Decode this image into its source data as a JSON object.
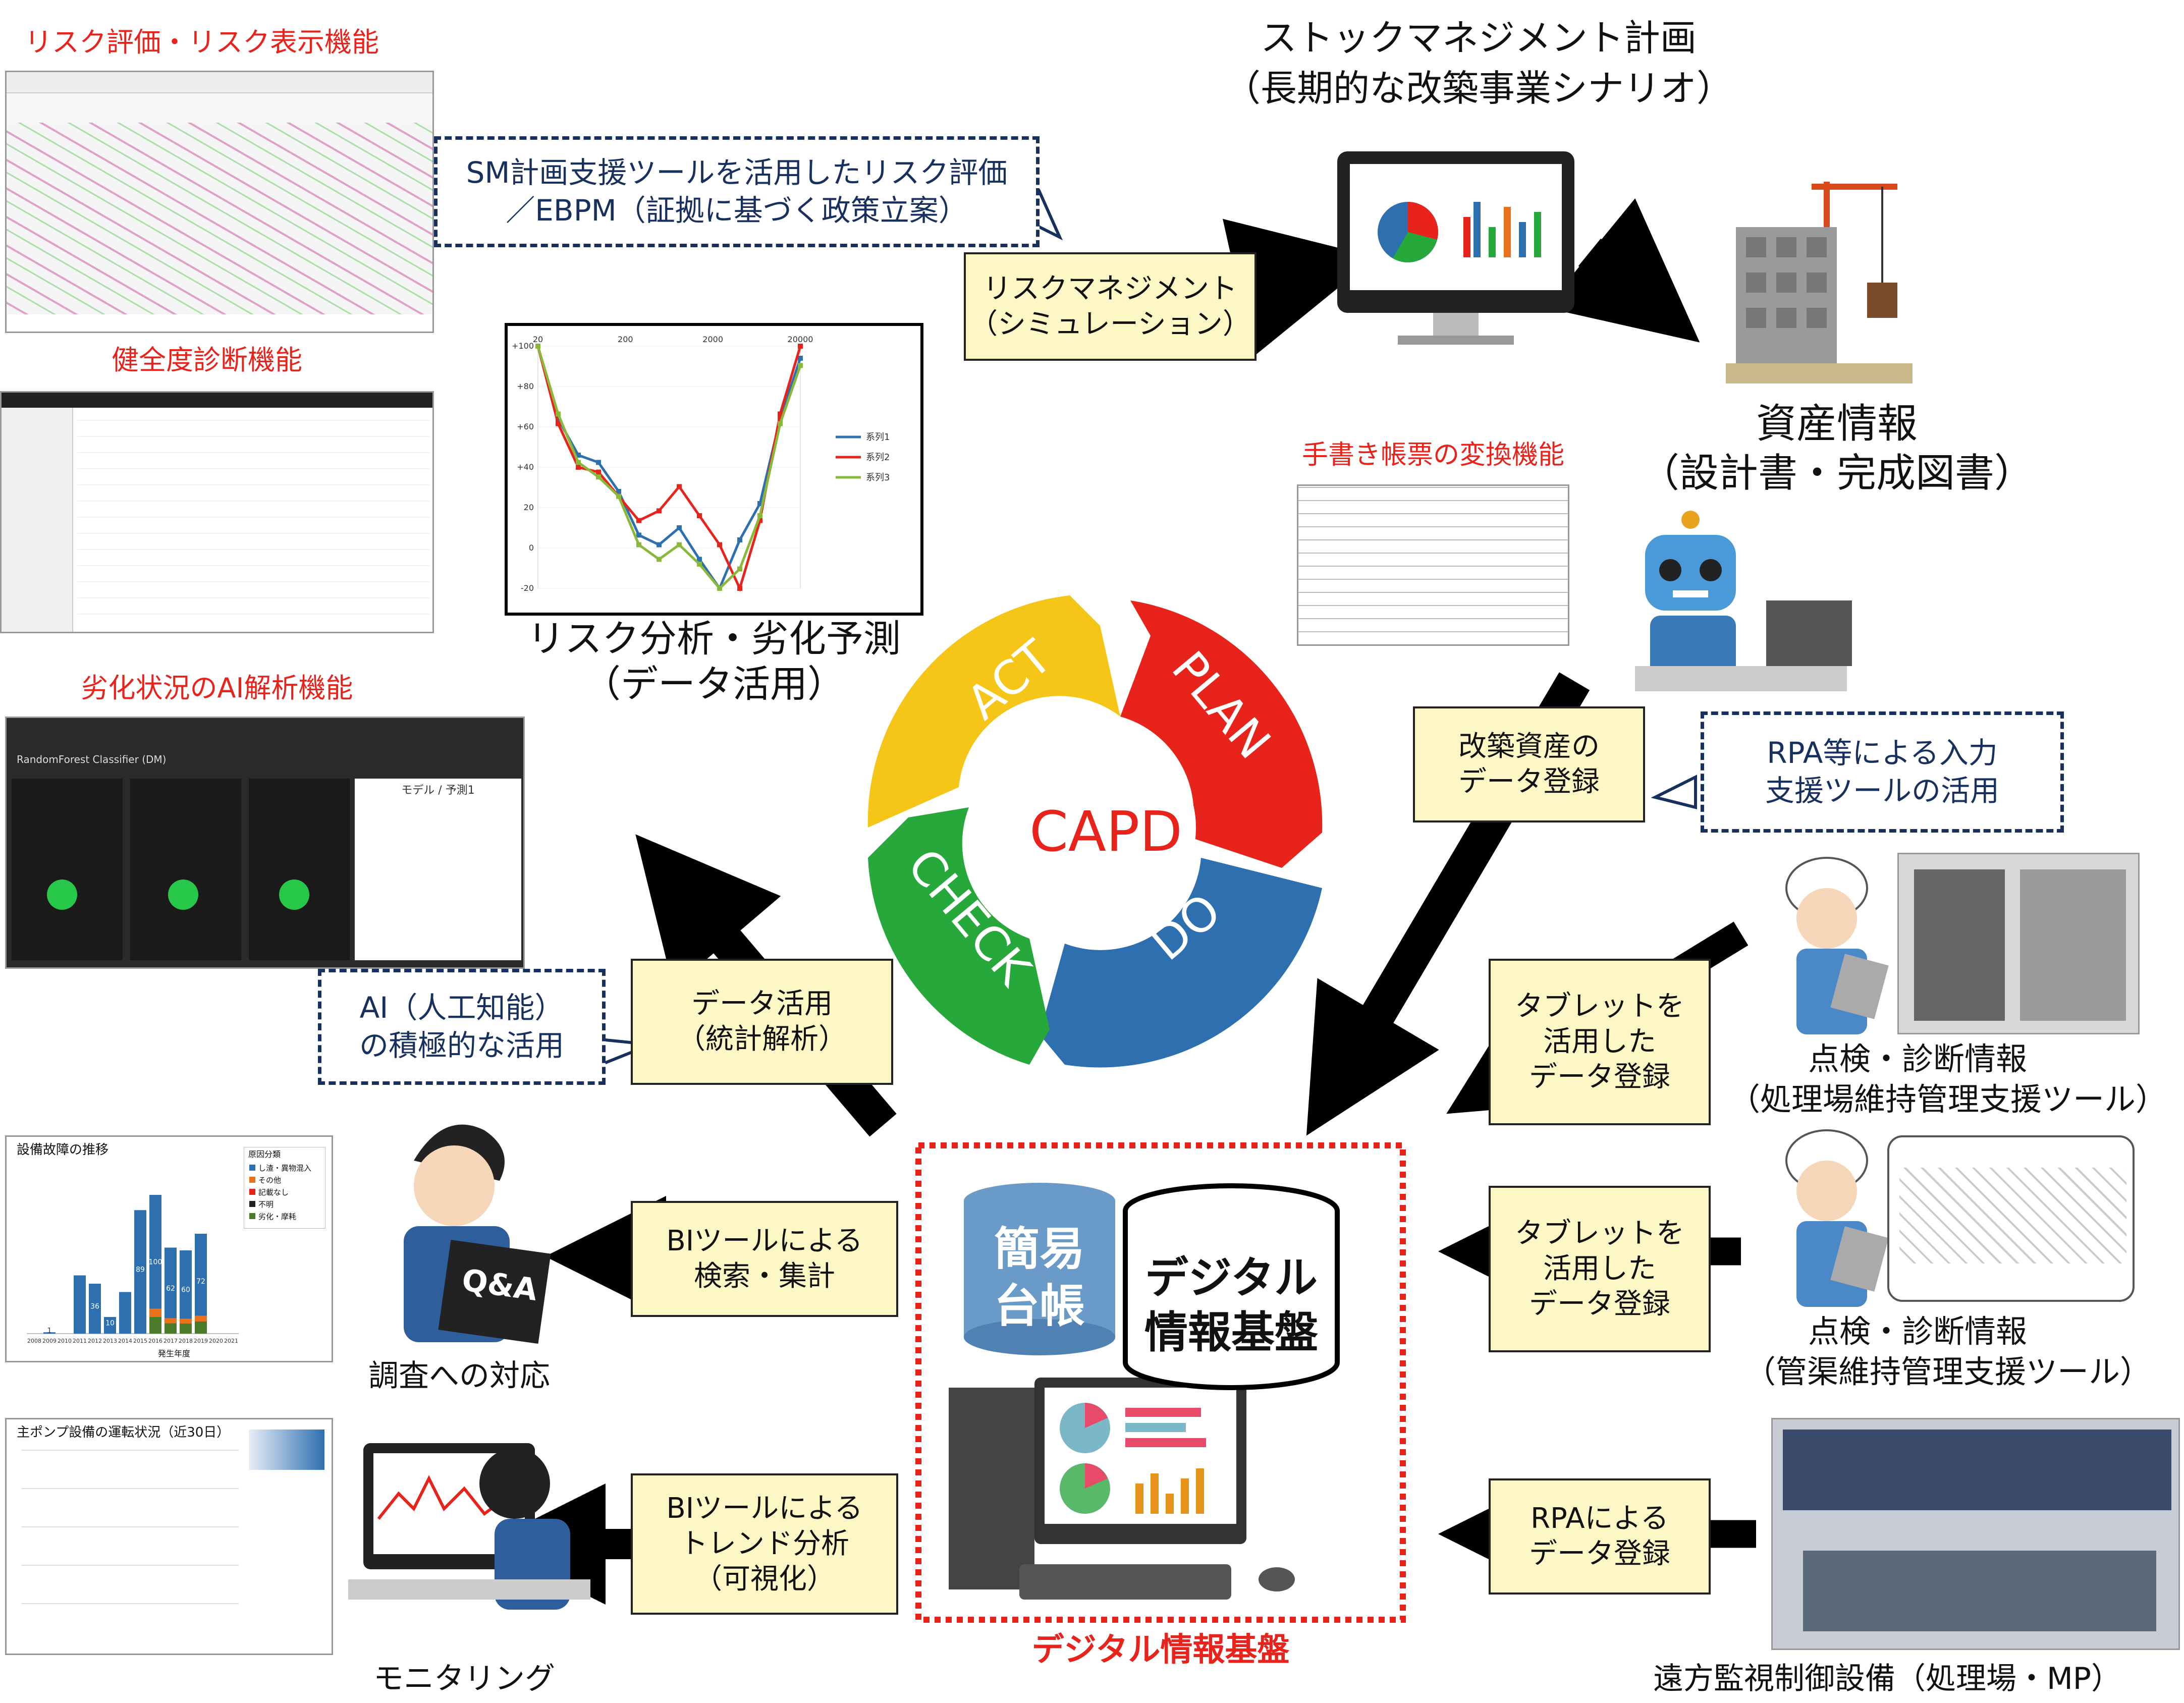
{
  "colors": {
    "act": "#f5c518",
    "plan": "#e8231c",
    "do": "#2e6fb0",
    "check": "#27a83a",
    "capd": "#e8231c",
    "callout_border": "#17305e",
    "box_fill": "#fdf7c6",
    "frame_red": "#e8231c"
  },
  "capd": {
    "center": "CAPD",
    "act": "ACT",
    "plan": "PLAN",
    "do": "DO",
    "check": "CHECK"
  },
  "left_features": {
    "risk_eval": "リスク評価・リスク表示機能",
    "health_diag": "健全度診断機能",
    "ai_analysis": "劣化状況のAI解析機能"
  },
  "top_right": {
    "sm_plan_title": "ストックマネジメント計画",
    "sm_plan_sub": "（長期的な改築事業シナリオ）",
    "asset_title": "資産情報",
    "asset_sub": "（設計書・完成図書）"
  },
  "callouts": {
    "sm_tool": "SM計画支援ツールを活用したリスク評価\n／EBPM（証拠に基づく政策立案）",
    "rpa_tool": "RPA等による入力\n支援ツールの活用",
    "ai_active": "AI（人工知能）\nの積極的な活用"
  },
  "boxes": {
    "risk_mgmt": "リスクマネジメント\n（シミュレーション）",
    "renewal_reg": "改築資産の\nデータ登録",
    "data_use": "データ活用\n（統計解析）",
    "tablet1": "タブレットを\n活用した\nデータ登録",
    "tablet2": "タブレットを\n活用した\nデータ登録",
    "bi_search": "BIツールによる\n検索・集計",
    "bi_trend": "BIツールによる\nトレンド分析\n（可視化）",
    "rpa_reg": "RPAによる\nデータ登録"
  },
  "labels": {
    "risk_analysis": "リスク分析・劣化予測",
    "risk_analysis_sub": "（データ活用）",
    "handwriting": "手書き帳票の変換機能",
    "inspect1": "点検・診断情報",
    "inspect1_sub": "（処理場維持管理支援ツール）",
    "inspect2": "点検・診断情報",
    "inspect2_sub": "（管渠維持管理支援ツール）",
    "survey": "調査への対応",
    "monitoring": "モニタリング",
    "remote": "遠方監視制御設備（処理場・MP）",
    "platform_caption": "デジタル情報基盤"
  },
  "platform": {
    "simple_ledger": "簡易\n台帳",
    "digital_base": "デジタル\n情報基盤"
  },
  "qa_label": "Q&A",
  "failure_chart": {
    "title": "設備故障の推移",
    "xlabel": "発生年度",
    "legend_title": "原因分類",
    "legend": [
      "し渣・異物混入",
      "その他",
      "記載なし",
      "不明",
      "劣化・摩耗"
    ],
    "legend_colors": [
      "#2e6fb0",
      "#e8731c",
      "#e8231c",
      "#222222",
      "#4a7a2a"
    ],
    "years": [
      "2008",
      "2009",
      "2010",
      "2011",
      "2012",
      "2013",
      "2014",
      "2015",
      "2016",
      "2017",
      "2018",
      "2019",
      "2020",
      "2021"
    ],
    "values": [
      0,
      1,
      0,
      42,
      36,
      12,
      30,
      89,
      100,
      62,
      60,
      72,
      0,
      0
    ],
    "value_labels": [
      "",
      "1",
      "",
      "",
      "36",
      "10",
      "",
      "89",
      "100",
      "62",
      "60",
      "72",
      "",
      ""
    ]
  },
  "pump_chart": {
    "title": "主ポンプ設備の運転状況（近30日）"
  },
  "risk_chart": {
    "type": "line",
    "xticks": [
      "20",
      "200",
      "2000",
      "20000"
    ],
    "yticks": [
      "+100",
      "+80",
      "+60",
      "+40",
      "20",
      "0",
      "-20"
    ],
    "series": [
      {
        "color": "#2e6fb0",
        "values": [
          100,
          70,
          55,
          52,
          40,
          22,
          18,
          25,
          12,
          0,
          20,
          35,
          70,
          95
        ]
      },
      {
        "color": "#e8231c",
        "values": [
          100,
          68,
          50,
          48,
          38,
          28,
          32,
          42,
          30,
          18,
          0,
          28,
          72,
          100
        ]
      },
      {
        "color": "#8ab83a",
        "values": [
          100,
          72,
          52,
          46,
          38,
          18,
          12,
          18,
          10,
          0,
          8,
          30,
          68,
          92
        ]
      }
    ],
    "legend": [
      "系列1",
      "系列2",
      "系列3"
    ]
  },
  "ai_panel": {
    "title": "RandomForest Classifier (DM)",
    "header": "モデル / 予測1"
  }
}
